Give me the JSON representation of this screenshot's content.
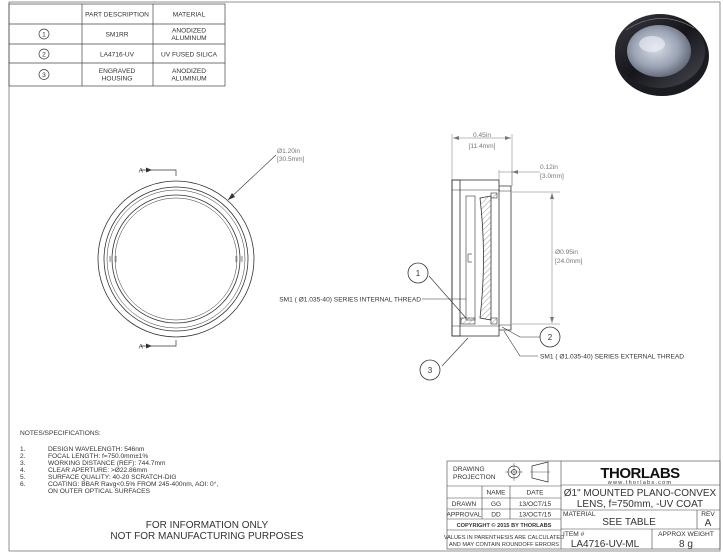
{
  "parts_table": {
    "headers": [
      "PART DESCRIPTION",
      "MATERIAL"
    ],
    "rows": [
      {
        "num": "1",
        "description": [
          "SM1RR"
        ],
        "material": [
          "ANODIZED",
          "ALUMINUM"
        ]
      },
      {
        "num": "2",
        "description": [
          "LA4716-UV"
        ],
        "material": [
          "UV FUSED SILICA"
        ]
      },
      {
        "num": "3",
        "description": [
          "ENGRAVED",
          "HOUSING"
        ],
        "material": [
          "ANODIZED",
          "ALUMINUM"
        ]
      }
    ]
  },
  "front_view": {
    "section_label": "A",
    "diameter_in": "Ø1.20in",
    "diameter_mm": "[30.5mm]"
  },
  "side_view": {
    "width_in": "0.45in",
    "width_mm": "[11.4mm]",
    "thread_len_in": "0.12in",
    "thread_len_mm": "[3.0mm]",
    "aperture_in": "Ø0.95in",
    "aperture_mm": "[24.0mm]",
    "internal_thread": "SM1 ( Ø1.035-40) SERIES INTERNAL THREAD",
    "external_thread": "SM1 ( Ø1.035-40) SERIES EXTERNAL THREAD",
    "balloons": [
      "1",
      "2",
      "3"
    ]
  },
  "notes": {
    "title": "NOTES/SPECIFICATIONS:",
    "items": [
      {
        "num": "1.",
        "lines": [
          "DESIGN WAVELENGTH: 546nm"
        ]
      },
      {
        "num": "2.",
        "lines": [
          "FOCAL LENGTH: f=750.0mm±1%"
        ]
      },
      {
        "num": "3.",
        "lines": [
          "WORKING DISTANCE (REF): 744.7mm"
        ]
      },
      {
        "num": "4.",
        "lines": [
          "CLEAR APERTURE: >Ø22.86mm"
        ]
      },
      {
        "num": "5.",
        "lines": [
          "SURFACE QUALITY: 40-20 SCRATCH-DIG"
        ]
      },
      {
        "num": "6.",
        "lines": [
          "COATING: BBAR Ravg<0.5% FROM 245-400nm, AOI: 0°,",
          "ON OUTER OPTICAL SURFACES"
        ]
      }
    ]
  },
  "disclaimer": [
    "FOR INFORMATION ONLY",
    "NOT FOR MANUFACTURING PURPOSES"
  ],
  "title_block": {
    "drawing_projection": [
      "DRAWING",
      "PROJECTION"
    ],
    "logo": "THORLABS",
    "website": "www.thorlabs.com",
    "name_header": "NAME",
    "date_header": "DATE",
    "drawn_label": "DRAWN",
    "drawn_name": "GG",
    "drawn_date": "13/OCT/15",
    "approval_label": "APPROVAL",
    "approval_name": "DD",
    "approval_date": "13/OCT/15",
    "description": [
      "Ø1\" MOUNTED PLANO-CONVEX",
      "LENS, f=750mm, -UV COAT"
    ],
    "copyright": "COPYRIGHT © 2015 BY THORLABS",
    "material_label": "MATERIAL",
    "material_value": "SEE TABLE",
    "rev_label": "REV",
    "rev_value": "A",
    "values_note": [
      "VALUES IN PARENTHESIS ARE CALCULATED",
      "AND MAY CONTAIN ROUNDOFF ERRORS"
    ],
    "item_label": "ITEM #",
    "item_value": "LA4716-UV-ML",
    "weight_label": "APPROX WEIGHT",
    "weight_value": "8 g"
  }
}
